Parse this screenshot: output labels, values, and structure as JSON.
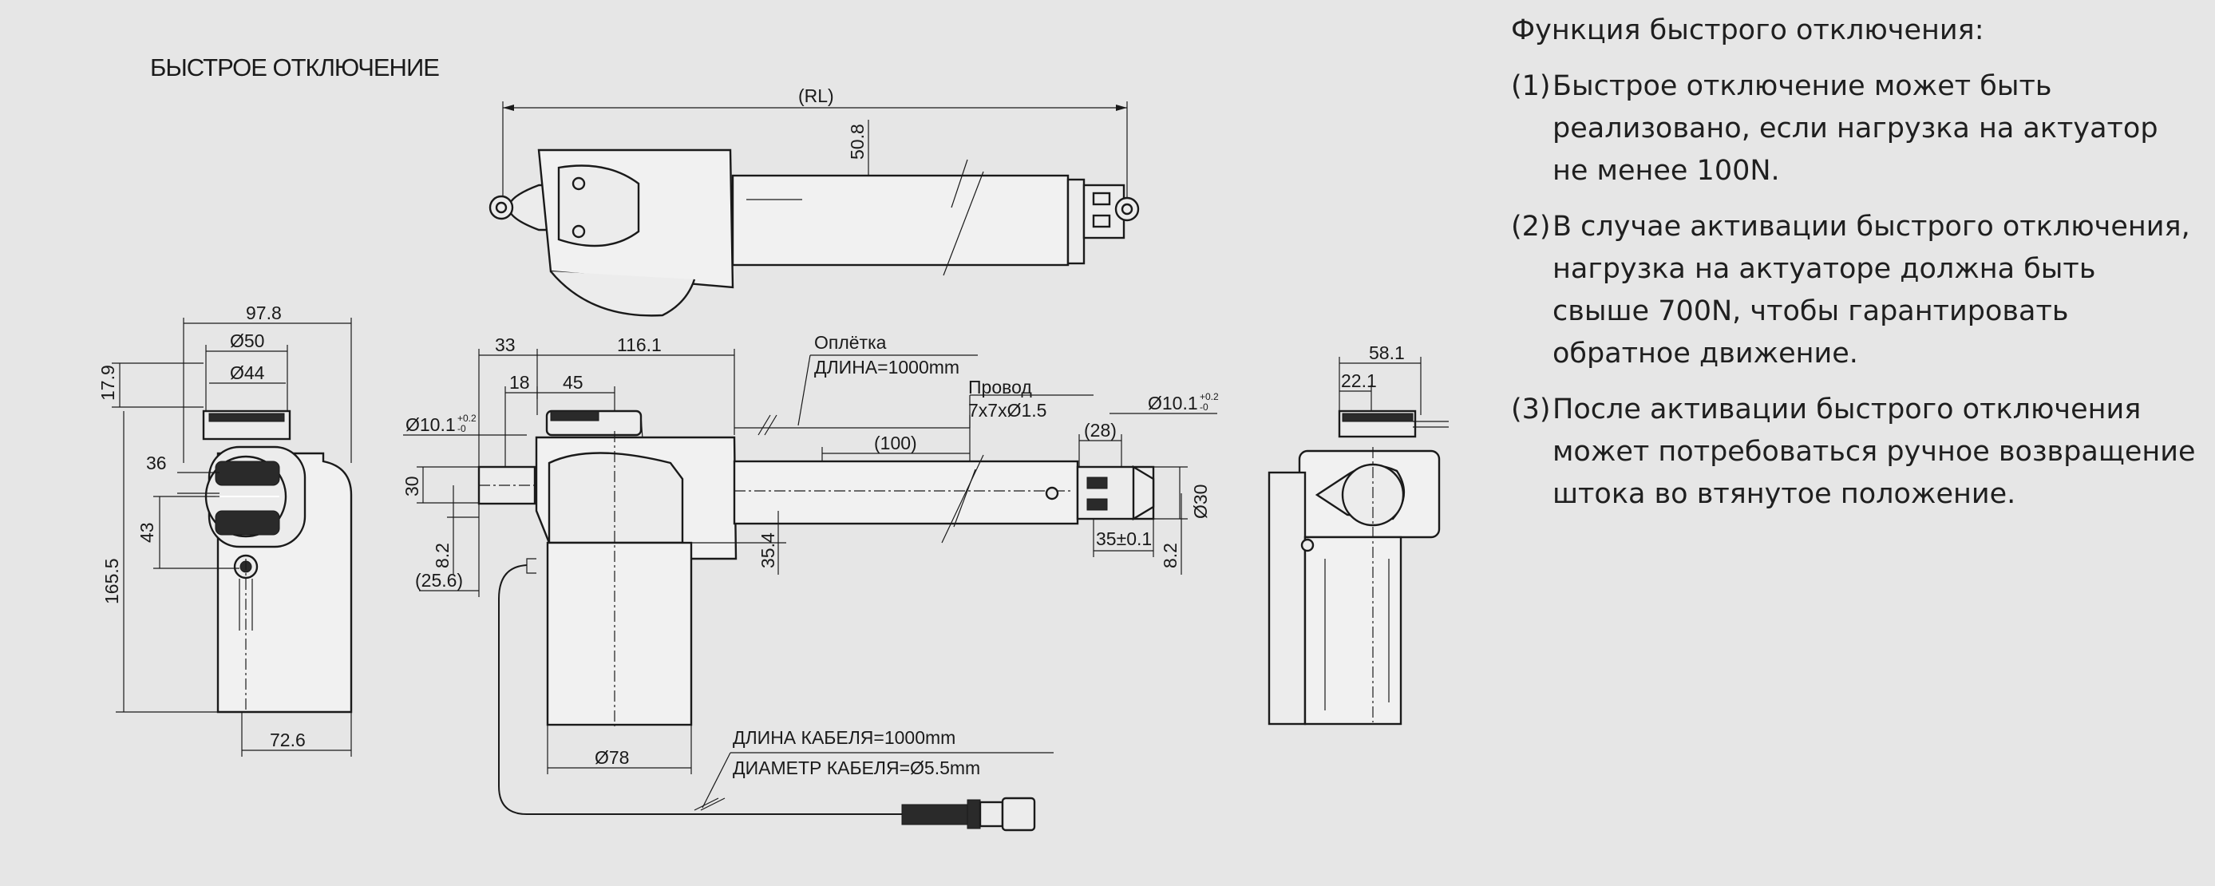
{
  "title": "БЫСТРОЕ ОТКЛЮЧЕНИЕ",
  "description": {
    "heading": "Функция быстрого отключения:",
    "items": [
      {
        "num": "(1)",
        "text": "Быстрое отключение может быть реализовано, если нагрузка на актуатор не менее 100N."
      },
      {
        "num": "(2)",
        "text": "В случае активации быстрого отключения, нагрузка на актуаторе должна быть свыше  700N, чтобы гарантировать обратное движение."
      },
      {
        "num": "(3)",
        "text": "После активации быстрого отключения может потребоваться ручное возвращение штока во втянутое положение."
      }
    ]
  },
  "dims": {
    "rl": "(RL)",
    "d50_8": "50.8",
    "front_width": "97.8",
    "front_d50": "Ø50",
    "front_d44": "Ø44",
    "front_17_9": "17.9",
    "front_36": "36",
    "front_43": "43",
    "front_165_5": "165.5",
    "front_72_6": "72.6",
    "side_33": "33",
    "side_116_1": "116.1",
    "side_18": "18",
    "side_45": "45",
    "side_hole_left": "Ø10.1",
    "side_tol_plus": "+0.2",
    "side_tol_minus": "-0",
    "side_30": "30",
    "side_8_2_left": "8.2",
    "side_25_6": "(25.6)",
    "side_35_4": "35.4",
    "side_100": "(100)",
    "side_28": "(28)",
    "side_hole_right": "Ø10.1",
    "side_d30": "Ø30",
    "side_35": "35±0.1",
    "side_8_2_right": "8.2",
    "side_d78": "Ø78",
    "right_58_1": "58.1",
    "right_22_1": "22.1"
  },
  "notes": {
    "braid": "Оплётка",
    "braid_len": "ДЛИНА=1000mm",
    "wire": "Провод",
    "wire_spec": "7x7xØ1.5",
    "cable_len": "ДЛИНА КАБЕЛЯ=1000mm",
    "cable_dia": "ДИАМЕТР КАБЕЛЯ=Ø5.5mm"
  }
}
